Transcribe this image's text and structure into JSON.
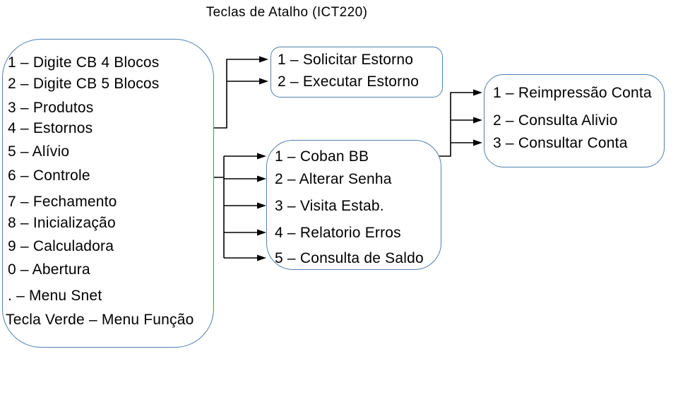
{
  "title": "Teclas de Atalho (ICT220)",
  "colors": {
    "background": "#ffffff",
    "box_border": "#5080b0",
    "connector_line": "#000000",
    "text": "#000000"
  },
  "boxes": {
    "main_menu": {
      "items": [
        "1 – Digite CB 4 Blocos",
        "2 – Digite CB 5 Blocos",
        "3 – Produtos",
        "4 – Estornos",
        "5 – Alívio",
        "6 – Controle",
        "7 – Fechamento",
        "8 – Inicialização",
        "9 – Calculadora",
        "0 – Abertura",
        ". – Menu Snet",
        "Tecla Verde – Menu Função"
      ]
    },
    "estornos_submenu": {
      "items": [
        "1 – Solicitar Estorno",
        "2 – Executar Estorno"
      ]
    },
    "controle_submenu": {
      "items": [
        "1 – Coban BB",
        "2 – Alterar Senha",
        "3 – Visita Estab.",
        "4 – Relatorio Erros",
        "5 – Consulta de Saldo"
      ]
    },
    "coban_submenu": {
      "items": [
        "1 – Reimpressão Conta",
        "2 – Consulta Alivio",
        "3 – Consultar Conta"
      ]
    }
  },
  "connections": [
    {
      "from": "4 – Estornos",
      "to": "estornos_submenu"
    },
    {
      "from": "6 – Controle",
      "to": "controle_submenu"
    },
    {
      "from": "1 – Coban BB",
      "to": "coban_submenu"
    }
  ]
}
